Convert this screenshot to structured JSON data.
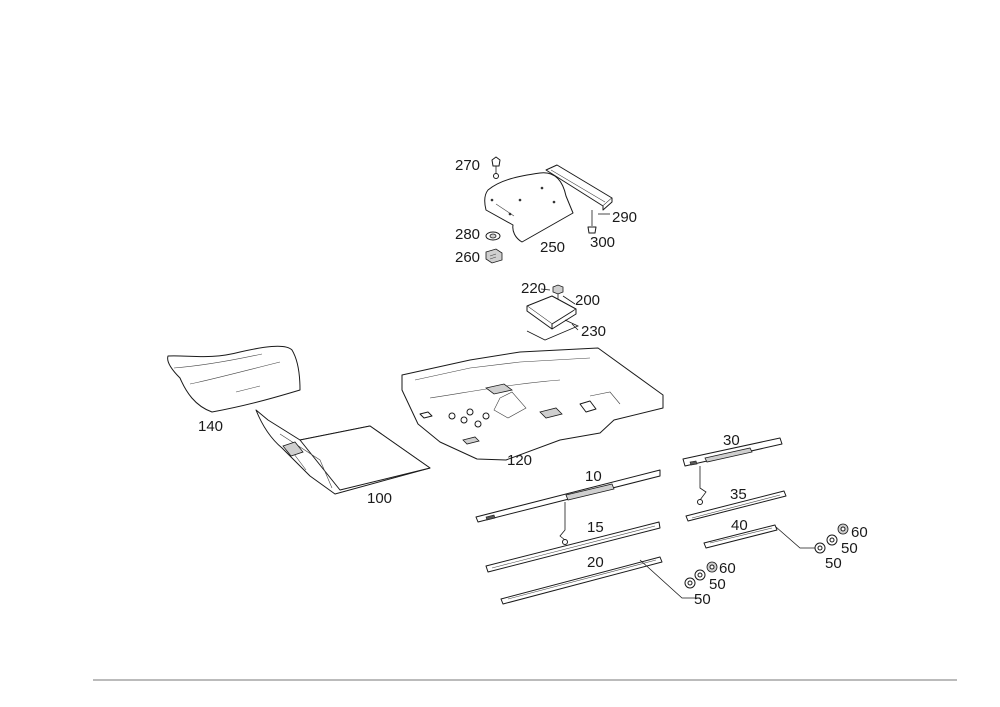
{
  "diagram": {
    "callouts": {
      "c270": "270",
      "c280": "280",
      "c260": "260",
      "c250": "250",
      "c290": "290",
      "c300": "300",
      "c220": "220",
      "c200": "200",
      "c230": "230",
      "c140": "140",
      "c120": "120",
      "c100": "100",
      "c30": "30",
      "c10": "10",
      "c35": "35",
      "c15": "15",
      "c40": "40",
      "c20": "20",
      "c60a": "60",
      "c50a": "50",
      "c50b": "50",
      "c60b": "60",
      "c50c": "50",
      "c50d": "50"
    }
  }
}
